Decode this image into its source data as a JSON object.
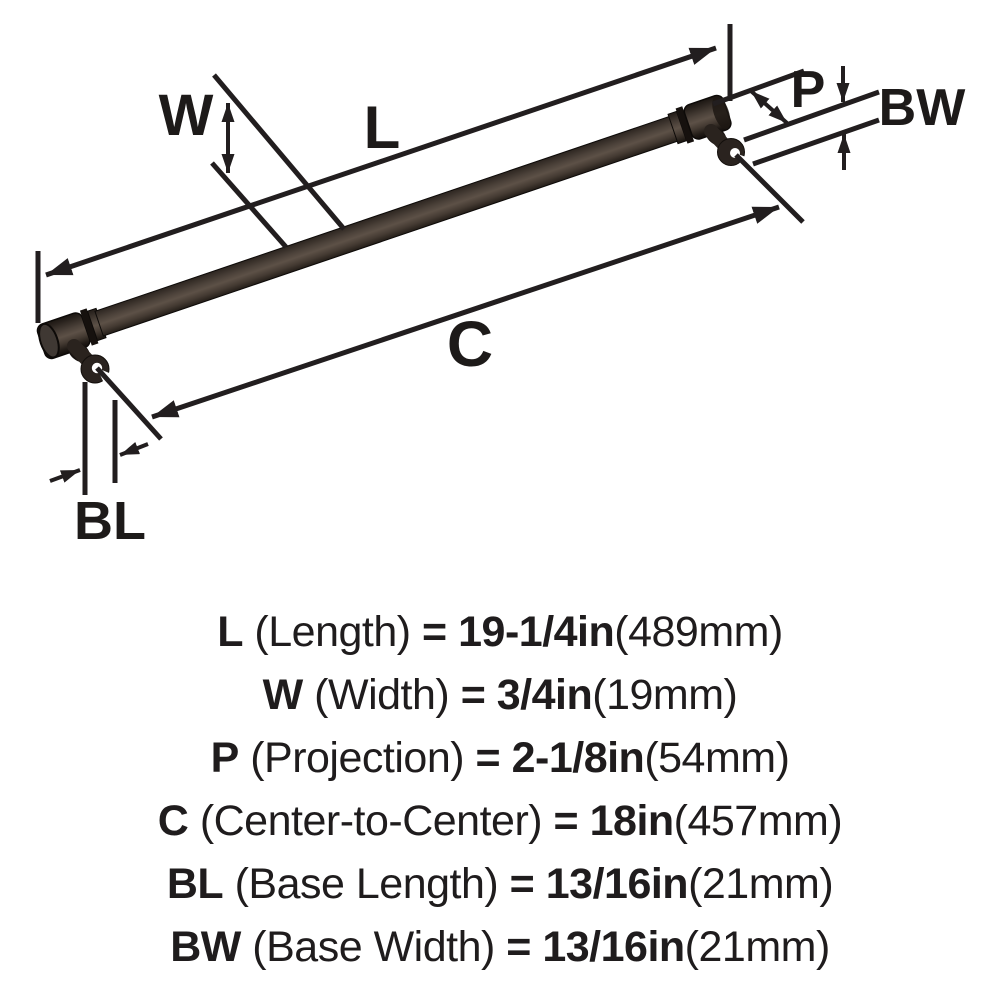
{
  "page": {
    "background": "#ffffff"
  },
  "diagram": {
    "line_color": "#221e1f",
    "handle_colors": {
      "outline": "#0d0a08",
      "body_dark": "#1c1612",
      "body_mid": "#5d5149",
      "face": "#3f3833"
    },
    "labels": {
      "length": "L",
      "width": "W",
      "projection": "P",
      "center_to_center": "C",
      "base_length": "BL",
      "base_width": "BW"
    }
  },
  "specs": {
    "rows": [
      {
        "abbr": "L",
        "name": "(Length)",
        "equals": "=",
        "value": "19-1/4in",
        "metric": "(489mm)"
      },
      {
        "abbr": "W",
        "name": "(Width)",
        "equals": "=",
        "value": "3/4in",
        "metric": "(19mm)"
      },
      {
        "abbr": "P",
        "name": "(Projection)",
        "equals": "=",
        "value": "2-1/8in",
        "metric": "(54mm)"
      },
      {
        "abbr": "C",
        "name": "(Center-to-Center)",
        "equals": "=",
        "value": "18in",
        "metric": "(457mm)"
      },
      {
        "abbr": "BL",
        "name": "(Base Length)",
        "equals": "=",
        "value": "13/16in",
        "metric": "(21mm)"
      },
      {
        "abbr": "BW",
        "name": "(Base Width)",
        "equals": "=",
        "value": "13/16in",
        "metric": "(21mm)"
      }
    ]
  }
}
